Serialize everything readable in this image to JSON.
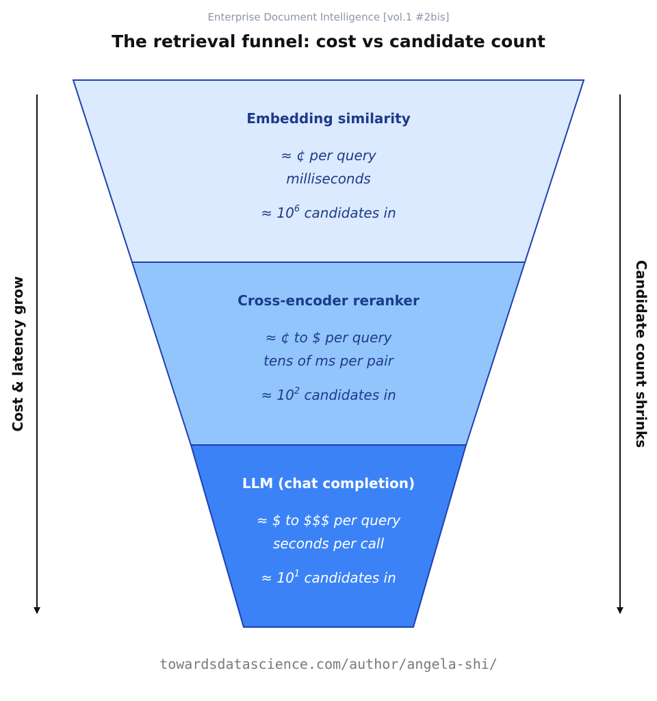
{
  "header": {
    "series": "Enterprise Document Intelligence [vol.1 #2bis]",
    "title": "The retrieval funnel: cost vs candidate count"
  },
  "stages": [
    {
      "title": "Embedding similarity",
      "cost": "≈ ¢ per query",
      "latency": "milliseconds",
      "candidates_prefix": "≈ 10",
      "candidates_exp": "6",
      "candidates_suffix": " candidates in",
      "fill": "#dbeafe",
      "text_color": "#1e3a8a"
    },
    {
      "title": "Cross-encoder reranker",
      "cost": "≈ ¢ to $ per query",
      "latency": "tens of ms per pair",
      "candidates_prefix": "≈ 10",
      "candidates_exp": "2",
      "candidates_suffix": " candidates in",
      "fill": "#93c5fd",
      "text_color": "#1e3a8a"
    },
    {
      "title": "LLM (chat completion)",
      "cost": "≈ $ to $$$ per query",
      "latency": "seconds per call",
      "candidates_prefix": "≈ 10",
      "candidates_exp": "1",
      "candidates_suffix": " candidates in",
      "fill": "#3b82f6",
      "text_color": "#ffffff"
    }
  ],
  "outline_color": "#1e40af",
  "left_axis": {
    "label": "Cost & latency grow"
  },
  "right_axis": {
    "label": "Candidate count shrinks"
  },
  "footer": {
    "url": "towardsdatascience.com/author/angela-shi/"
  }
}
